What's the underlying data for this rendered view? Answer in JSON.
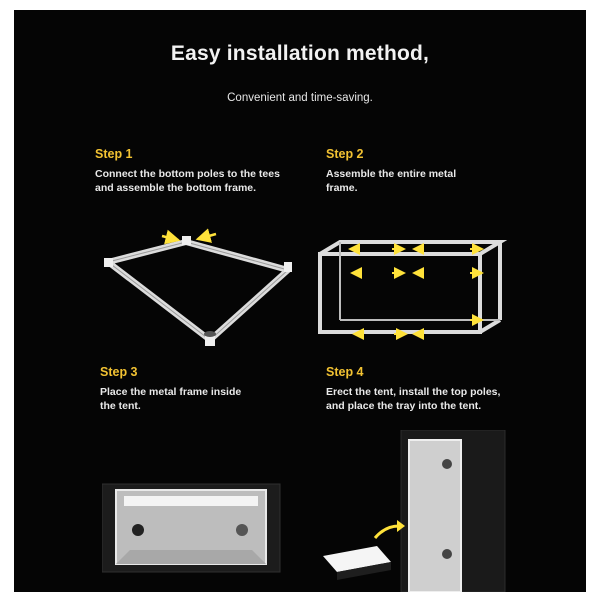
{
  "header": {
    "title": "Easy installation method,",
    "subtitle": "Convenient and time-saving."
  },
  "steps": [
    {
      "label": "Step 1",
      "line1": "Connect the bottom poles to the tees",
      "line2": "and assemble the bottom frame."
    },
    {
      "label": "Step 2",
      "line1": "Assemble the entire metal",
      "line2": "frame."
    },
    {
      "label": "Step 3",
      "line1": "Place the metal frame inside",
      "line2": "the tent."
    },
    {
      "label": "Step 4",
      "line1": "Erect the tent, install the top poles,",
      "line2": "and place the tray into the tent."
    }
  ],
  "colors": {
    "background": "#050505",
    "accent": "#f2c232",
    "text": "#e9e9e9",
    "arrow": "#ffe23a"
  }
}
